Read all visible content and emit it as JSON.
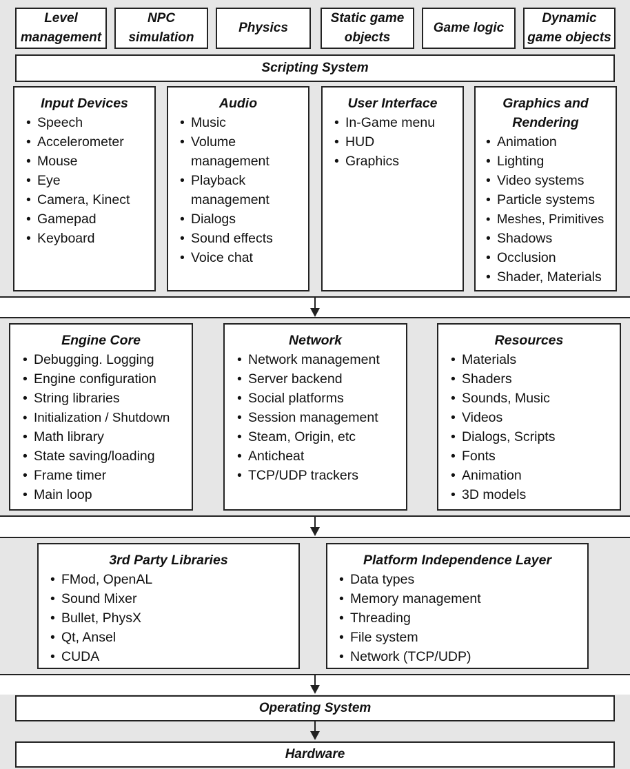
{
  "top_modules": [
    "Level management",
    "NPC simulation",
    "Physics",
    "Static game objects",
    "Game logic",
    "Dynamic game objects"
  ],
  "scripting_system": "Scripting System",
  "layer1": {
    "input_devices": {
      "title": "Input Devices",
      "items": [
        "Speech",
        "Accelerometer",
        "Mouse",
        "Eye",
        "Camera, Kinect",
        "Gamepad",
        "Keyboard"
      ]
    },
    "audio": {
      "title": "Audio",
      "items": [
        "Music",
        "Volume management",
        "Playback management",
        "Dialogs",
        "Sound effects",
        "Voice chat"
      ]
    },
    "user_interface": {
      "title": "User Interface",
      "items": [
        "In-Game menu",
        "HUD",
        "Graphics"
      ]
    },
    "graphics": {
      "title": "Graphics and Rendering",
      "items": [
        "Animation",
        "Lighting",
        "Video systems",
        "Particle systems",
        "Meshes, Primitives",
        "Shadows",
        "Occlusion",
        "Shader, Materials"
      ]
    }
  },
  "layer2": {
    "engine_core": {
      "title": "Engine Core",
      "items": [
        "Debugging. Logging",
        "Engine configuration",
        "String libraries",
        "Initialization / Shutdown",
        "Math library",
        "State saving/loading",
        "Frame timer",
        "Main loop"
      ]
    },
    "network": {
      "title": "Network",
      "items": [
        "Network management",
        "Server backend",
        "Social platforms",
        "Session management",
        "Steam, Origin, etc",
        "Anticheat",
        "TCP/UDP trackers"
      ]
    },
    "resources": {
      "title": "Resources",
      "items": [
        "Materials",
        "Shaders",
        "Sounds, Music",
        "Videos",
        "Dialogs, Scripts",
        "Fonts",
        "Animation",
        "3D models"
      ]
    }
  },
  "layer3": {
    "third_party": {
      "title": "3rd Party Libraries",
      "items": [
        "FMod, OpenAL",
        "Sound Mixer",
        "Bullet, PhysX",
        "Qt, Ansel",
        "CUDA"
      ]
    },
    "platform": {
      "title": "Platform Independence Layer",
      "items": [
        "Data types",
        "Memory management",
        "Threading",
        "File system",
        "Network (TCP/UDP)"
      ]
    }
  },
  "operating_system": "Operating System",
  "hardware": "Hardware"
}
